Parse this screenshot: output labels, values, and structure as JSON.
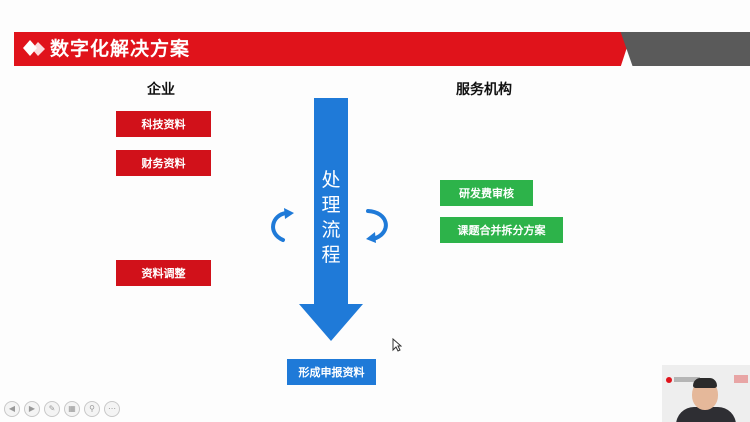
{
  "slide": {
    "title": "数字化解决方案",
    "left_column_title": "企业",
    "right_column_title": "服务机构",
    "enterprise_items": [
      "科技资料",
      "财务资料",
      "资料调整"
    ],
    "service_items": [
      "研发费审核",
      "课题合并拆分方案"
    ],
    "process_label": "处理流程",
    "output_label": "形成申报资料"
  },
  "colors": {
    "banner_red": "#e0131b",
    "banner_gray": "#5a5a5a",
    "enterprise_box": "#d1111a",
    "service_box": "#2db34a",
    "process_blue": "#1f7ad8"
  },
  "icons": {
    "logo": "diamond-logo-icon",
    "cycle_left": "cycle-arrow-left-icon",
    "cycle_right": "cycle-arrow-right-icon",
    "cursor": "mouse-cursor-icon"
  }
}
